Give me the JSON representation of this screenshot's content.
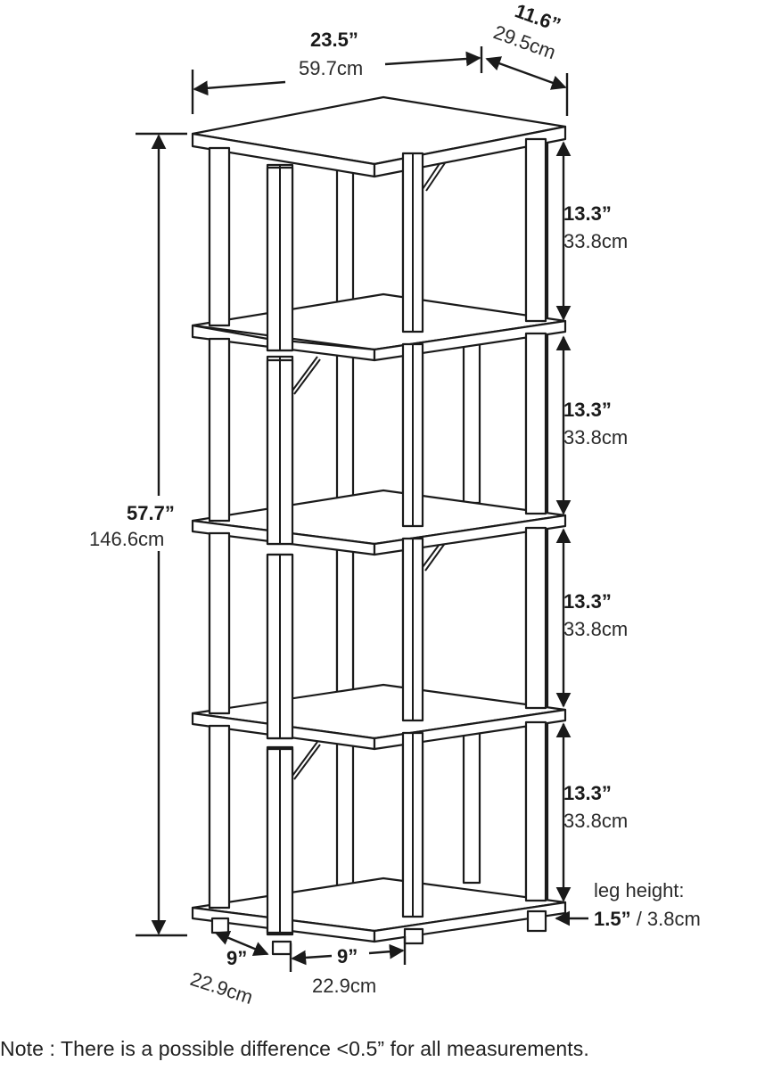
{
  "dimensions": {
    "width": {
      "imperial": "23.5”",
      "metric": "59.7cm"
    },
    "depth": {
      "imperial": "11.6”",
      "metric": "29.5cm"
    },
    "height": {
      "imperial": "57.7”",
      "metric": "146.6cm"
    },
    "shelves": [
      {
        "imperial": "13.3”",
        "metric": "33.8cm"
      },
      {
        "imperial": "13.3”",
        "metric": "33.8cm"
      },
      {
        "imperial": "13.3”",
        "metric": "33.8cm"
      },
      {
        "imperial": "13.3”",
        "metric": "33.8cm"
      }
    ],
    "leg": {
      "label": "leg height:",
      "imperial": "1.5”",
      "metric": " / 3.8cm"
    },
    "base_depth": {
      "imperial": "9”",
      "metric": "22.9cm"
    },
    "base_width": {
      "imperial": "9”",
      "metric": "22.9cm"
    }
  },
  "note": "Note : There is a possible difference <0.5” for all measurements."
}
